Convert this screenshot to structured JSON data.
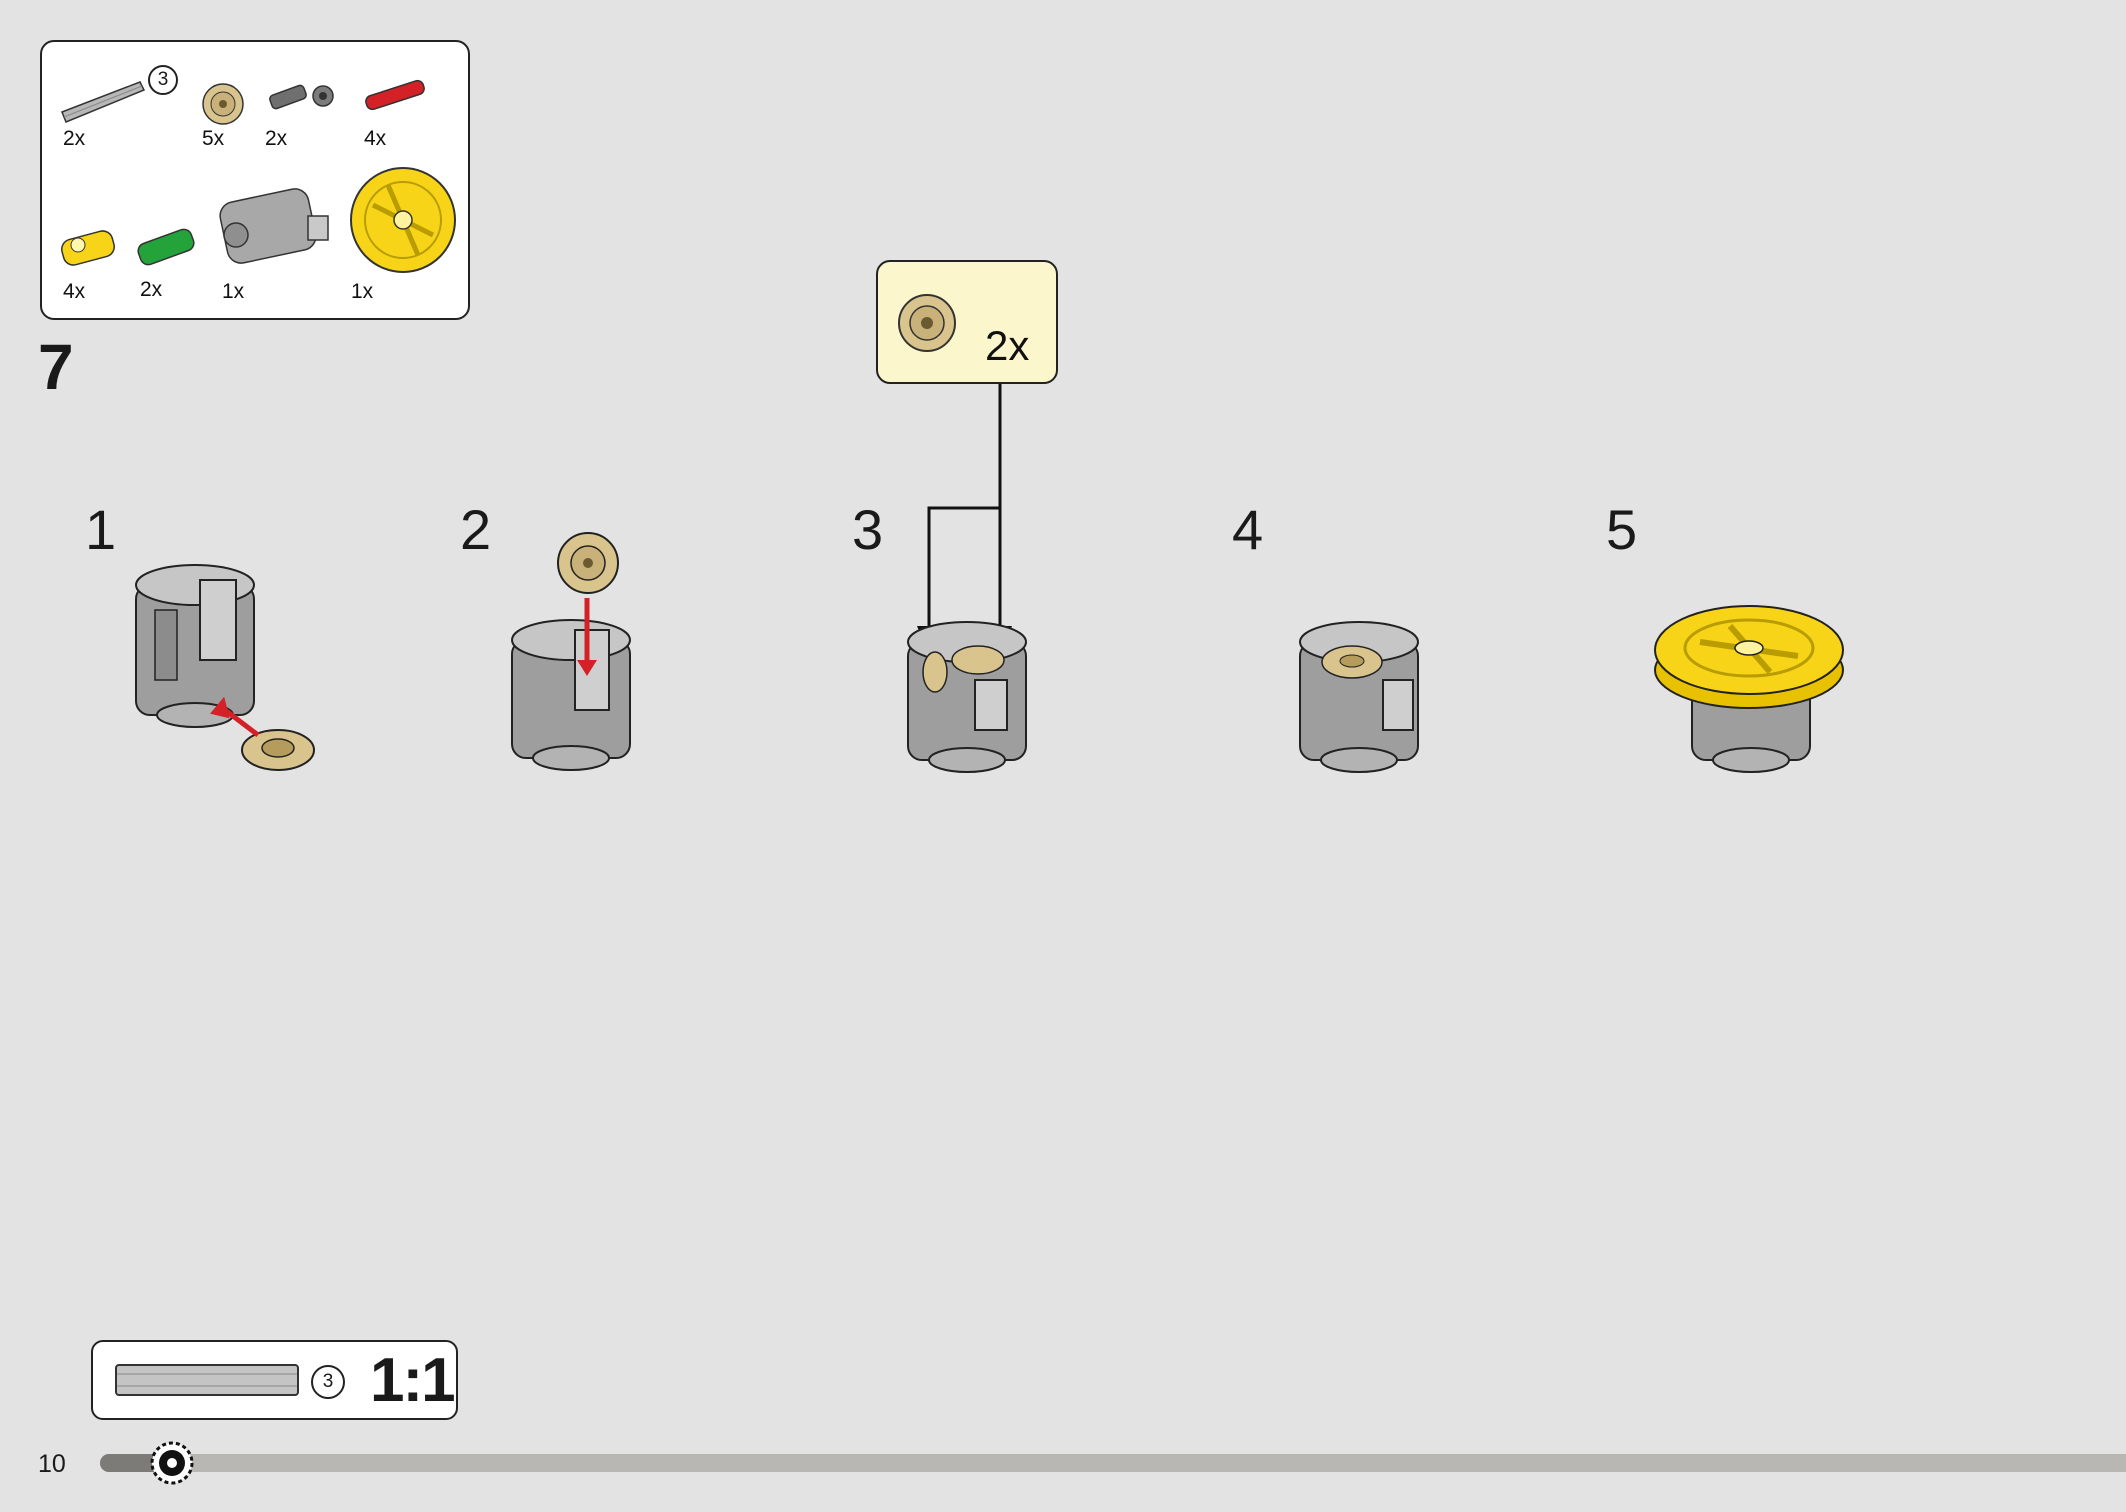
{
  "parts_list": {
    "items": [
      {
        "name": "axle-3",
        "quantity": "2x",
        "length_label": "3"
      },
      {
        "name": "bevel-gear-12-tooth",
        "quantity": "5x"
      },
      {
        "name": "axle-with-pin-connector",
        "quantity": "2x"
      },
      {
        "name": "friction-pin-red",
        "quantity": "4x"
      },
      {
        "name": "pin-connector-perpendicular",
        "quantity": "4x"
      },
      {
        "name": "pin-connector-green",
        "quantity": "2x"
      },
      {
        "name": "differential-housing",
        "quantity": "1x"
      },
      {
        "name": "gear-yellow-wheel",
        "quantity": "1x"
      }
    ]
  },
  "step": {
    "number": "7",
    "substeps": [
      "1",
      "2",
      "3",
      "4",
      "5"
    ]
  },
  "callout": {
    "quantity": "2x",
    "part": "bevel-gear-12-tooth"
  },
  "scale_reference": {
    "length_label": "3",
    "ratio": "1:1"
  },
  "footer": {
    "page_number": "10",
    "progress": 0.03
  },
  "colors": {
    "background": "#e3e3e3",
    "callout": "#fbf6cb",
    "yellow": "#f7d417",
    "tan": "#d9c48e",
    "red": "#d42027",
    "green": "#23a339",
    "gray": "#a3a3a3"
  }
}
